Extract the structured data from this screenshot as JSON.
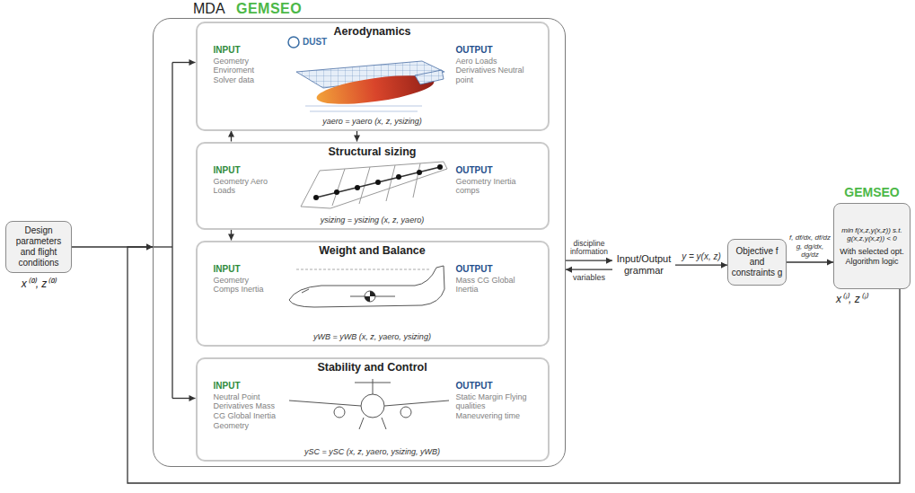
{
  "diagram": {
    "nodes": [
      {
        "text": [
          "MDA",
          "GEMSEO"
        ]
      },
      {
        "text": [
          "Aerodynamics",
          "INPUT",
          "Geometry Enviroment Solver data",
          "OUTPUT",
          "Aero Loads Derivatives Neutral point",
          "yaero = yaero (x, z, ysizing)"
        ],
        "in": 0
      },
      {
        "text": [
          "Structural sizing",
          "INPUT",
          "Geometry Aero Loads",
          "OUTPUT",
          "Geometry Inertia comps",
          "ysizing = ysizing (x, z, yaero)"
        ],
        "in": 0
      },
      {
        "text": [
          "Weight and Balance",
          "INPUT",
          "Geometry Comps Inertia",
          "OUTPUT",
          "Mass CG Global Inertia",
          "yWB = yWB (x, z, yaero, ysizing)"
        ],
        "in": 0
      },
      {
        "text": [
          "Stability and Control",
          "INPUT",
          "Neutral Point Derivatives Mass CG Global Inertia Geometry",
          "OUTPUT",
          "Static Margin Flying qualities Maneuvering time",
          "ySC = ySC (x, z, yaero, ysizing, yWB)"
        ],
        "in": 0
      },
      {
        "text": [
          "Design parameters and flight conditions",
          "x⁽⁰⁾, z⁽⁰⁾"
        ]
      },
      {
        "text": [
          "Input/Output grammar"
        ]
      },
      {
        "text": [
          "Objective f and constraints g"
        ]
      },
      {
        "text": [
          "GEMSEO",
          "min f(x,z,y(x,z)) s.t. g(x,z,y(x,z)) < 0",
          "With selected opt. Algorithm logic",
          "x⁽ⁱ⁾, z⁽ⁱ⁾"
        ]
      }
    ],
    "edges": [
      {
        "from": 5,
        "to": 0,
        "arrow": "to"
      },
      {
        "from": 2,
        "to": 1,
        "arrow": "to"
      },
      {
        "from": 1,
        "to": 2,
        "arrow": "to"
      },
      {
        "from": 2,
        "to": 3,
        "arrow": "to"
      },
      {
        "from": 0,
        "to": 6,
        "label": "discipline information",
        "arrow": "to"
      },
      {
        "from": 6,
        "to": 0,
        "label": "variables",
        "arrow": "to"
      },
      {
        "from": 6,
        "to": 7,
        "label": "y = y(x, z)",
        "arrow": "to"
      },
      {
        "from": 7,
        "to": 8,
        "label": "f, df/dx, df/dz g, dg/dx, dg/dz",
        "arrow": "to"
      },
      {
        "from": 8,
        "to": 0,
        "arrow": "to"
      }
    ],
    "labels": [
      "DUST"
    ]
  }
}
